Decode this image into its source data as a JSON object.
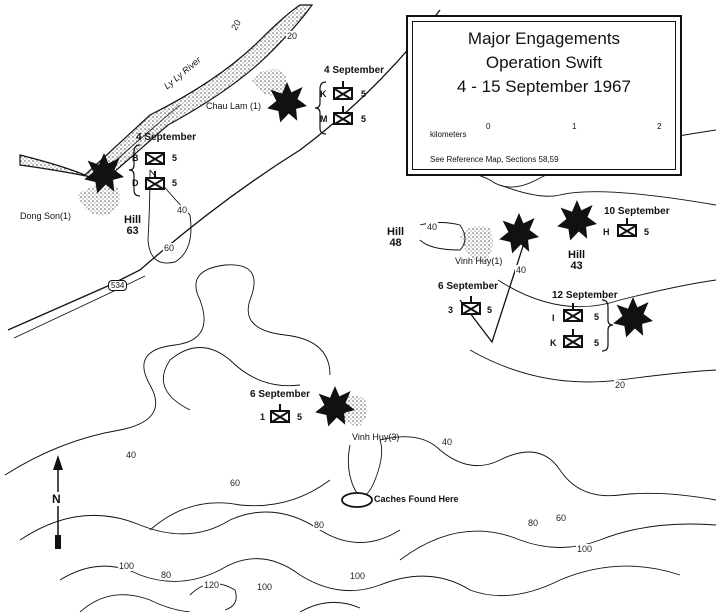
{
  "title": {
    "line1": "Major Engagements",
    "line2": "Operation Swift",
    "line3": "4 - 15 September 1967"
  },
  "scale": {
    "unit_label": "kilometers",
    "ticks": [
      "0",
      "1",
      "2"
    ]
  },
  "reference_note": "See Reference Map, Sections 58,59",
  "engagements": {
    "e1": {
      "date": "4 September",
      "companies": [
        "B",
        "D"
      ],
      "battalion": "5"
    },
    "e2": {
      "date": "4 September",
      "companies": [
        "K",
        "M"
      ],
      "battalion": "5"
    },
    "e3": {
      "date": "10 September",
      "companies": [
        "H"
      ],
      "battalion": "5"
    },
    "e4": {
      "date": "6 September",
      "companies": [
        "3"
      ],
      "battalion": "5"
    },
    "e5": {
      "date": "12 September",
      "companies": [
        "I",
        "K"
      ],
      "battalion": "5"
    },
    "e6": {
      "date": "6 September",
      "companies": [
        "1"
      ],
      "battalion": "5"
    }
  },
  "places": {
    "dong_son": "Dong Son(1)",
    "chau_lam": "Chau Lam (1)",
    "vinh_huy_1": "Vinh Huy(1)",
    "vinh_huy_3": "Vinh Huy(3)",
    "caches": "Caches Found Here"
  },
  "hills": {
    "h63": {
      "word": "Hill",
      "number": "63"
    },
    "h48": {
      "word": "Hill",
      "number": "48"
    },
    "h43": {
      "word": "Hill",
      "number": "43"
    }
  },
  "river_label": "Ly Ly River",
  "road_label": "534",
  "contours": {
    "c20a": "20",
    "c20b": "20",
    "c40a": "40",
    "c40b": "40",
    "c40c": "40",
    "c40d": "40",
    "c40e": "40",
    "c60a": "60",
    "c60b": "60",
    "c60c": "60",
    "c80a": "80",
    "c80b": "80",
    "c80c": "80",
    "c100a": "100",
    "c100b": "100",
    "c100c": "100",
    "c100d": "100",
    "c120": "120"
  },
  "north_label": "N",
  "colors": {
    "ink": "#111111",
    "paper": "#ffffff",
    "stipple": "#9a9a9a"
  }
}
